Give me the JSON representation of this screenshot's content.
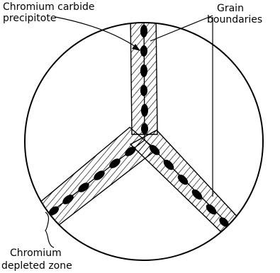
{
  "diagram": {
    "labels": {
      "carbide_line1": "Chromium carbide",
      "carbide_line2": "precipitote",
      "grain_line1": "Grain",
      "grain_line2": "boundaries",
      "zone_line1": "Chromium",
      "zone_line2": "depleted zone"
    },
    "colors": {
      "ink": "#000000",
      "background": "#ffffff"
    }
  }
}
